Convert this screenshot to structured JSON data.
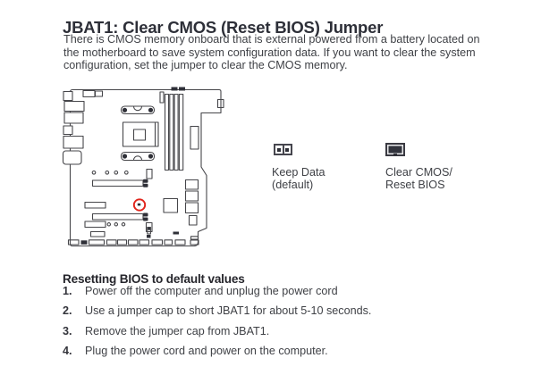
{
  "page_title": "JBAT1: Clear CMOS (Reset BIOS) Jumper",
  "intro_lines": [
    "There is CMOS memory onboard that is external powered from a battery located on",
    "the motherboard to save system configuration data. If you want to clear the system",
    "configuration, set the jumper to clear the CMOS memory."
  ],
  "diagram": {
    "description": "motherboard-line-art-with-jbat1-location-circled",
    "marker_color": "#e1251c"
  },
  "jumper_options": [
    {
      "state": "open",
      "label_line1": "Keep Data",
      "label_line2": "(default)"
    },
    {
      "state": "capped",
      "label_line1": "Clear CMOS/",
      "label_line2": "Reset BIOS"
    }
  ],
  "instructions": {
    "heading": "Resetting BIOS to default values",
    "steps": [
      {
        "num": "1.",
        "text": "Power off the computer and unplug the power cord"
      },
      {
        "num": "2.",
        "text": "Use a jumper cap to short JBAT1 for about 5-10 seconds."
      },
      {
        "num": "3.",
        "text": "Remove the jumper cap from JBAT1."
      },
      {
        "num": "4.",
        "text": "Plug the power cord and power on the computer."
      }
    ]
  },
  "colors": {
    "heading_text": "#2d2f38",
    "body_text": "#3f4146",
    "line_art": "#46464a",
    "marker_red": "#e1251c",
    "jumper_dark": "#2f3038"
  }
}
